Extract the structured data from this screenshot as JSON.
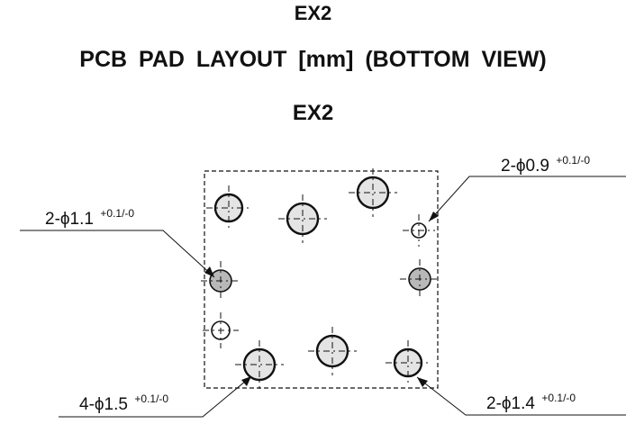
{
  "header": {
    "model_top": "EX2",
    "layout_title": "PCB  PAD  LAYOUT  [mm] (BOTTOM  VIEW)",
    "model_sub": "EX2"
  },
  "callouts": {
    "top_right": {
      "main": "2-ϕ0.9",
      "tol": "+0.1/-0"
    },
    "left": {
      "main": "2-ϕ1.1",
      "tol": "+0.1/-0"
    },
    "bottom_left": {
      "main": "4-ϕ1.5",
      "tol": "+0.1/-0"
    },
    "bottom_right": {
      "main": "2-ϕ1.4",
      "tol": "+0.1/-0"
    }
  },
  "colors": {
    "ink": "#111111",
    "pad_light": "#e4e4e4",
    "pad_dark": "#b8b8b8",
    "pad_empty": "#ffffff"
  }
}
